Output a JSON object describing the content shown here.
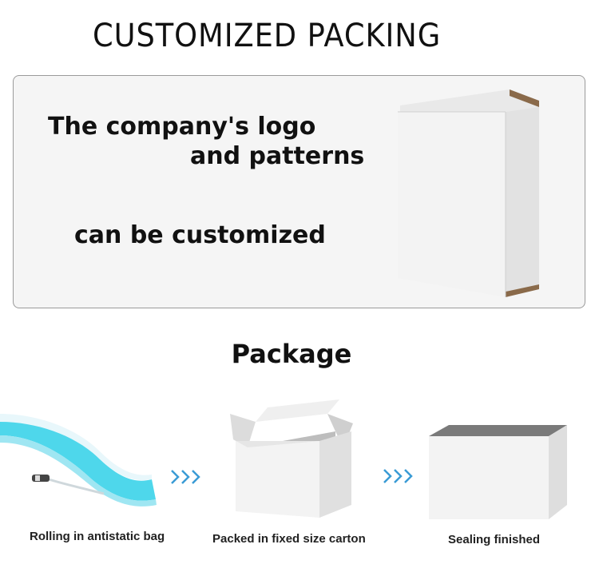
{
  "header": {
    "title": "CUSTOMIZED PACKING"
  },
  "custom_panel": {
    "line1": "The company's logo",
    "line2": "and patterns",
    "line3": "can be customized"
  },
  "package": {
    "title": "Package",
    "steps": [
      {
        "caption": "Rolling in antistatic bag",
        "icon": "led-strip-icon"
      },
      {
        "caption": "Packed in fixed size carton",
        "icon": "open-carton-icon"
      },
      {
        "caption": "Sealing finished",
        "icon": "sealed-carton-icon"
      }
    ],
    "arrow_icon": "triple-chevron-right-icon"
  },
  "colors": {
    "accent_arrow": "#3a9bd5",
    "led_glow": "#2fd0e8",
    "panel_bg": "#f5f5f5"
  }
}
